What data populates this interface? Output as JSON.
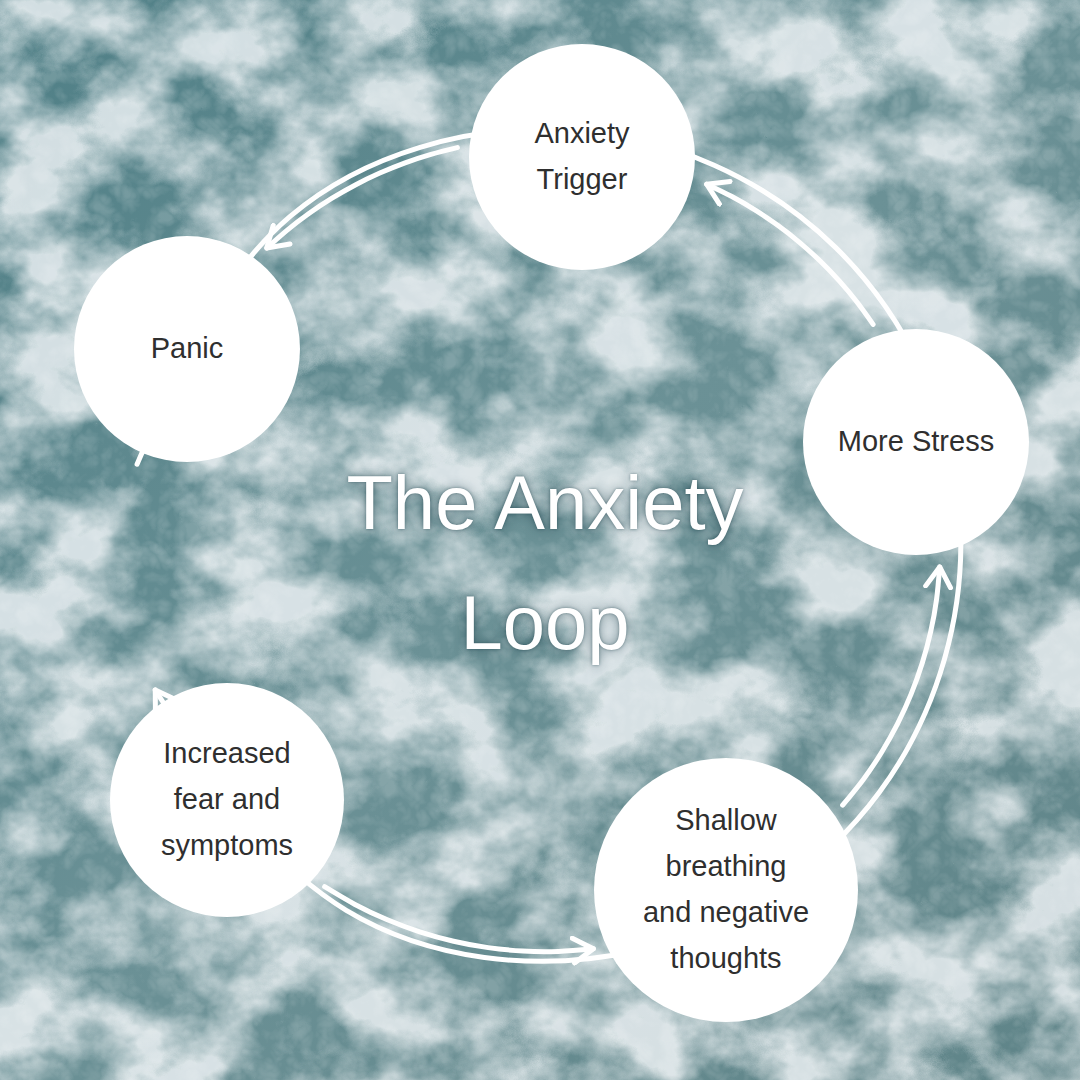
{
  "diagram": {
    "title": "The Anxiety Loop",
    "nodes": [
      {
        "text": [
          "Anxiety Trigger"
        ]
      },
      {
        "text": [
          "Panic"
        ]
      },
      {
        "text": [
          "Increased fear and symptoms"
        ]
      },
      {
        "text": [
          "Shallow breathing and negative thoughts"
        ]
      },
      {
        "text": [
          "More Stress"
        ]
      }
    ],
    "edges": [
      {
        "from": 0,
        "to": 1,
        "arrow": "to"
      },
      {
        "from": 1,
        "to": 2,
        "arrow": "to"
      },
      {
        "from": 2,
        "to": 3,
        "arrow": "to"
      },
      {
        "from": 3,
        "to": 4,
        "arrow": "to"
      },
      {
        "from": 4,
        "to": 0,
        "arrow": "to"
      }
    ]
  }
}
